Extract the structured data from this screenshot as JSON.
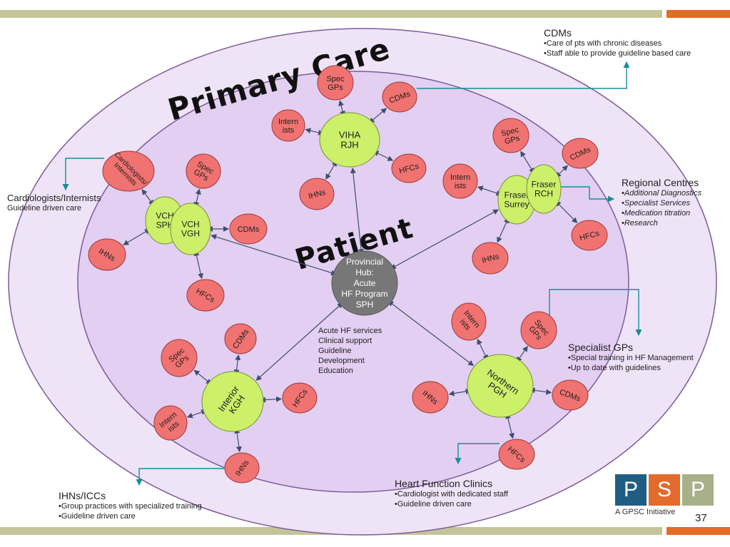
{
  "slide": {
    "page_number": "37",
    "outer_label": "Primary Care",
    "inner_label": "Patient",
    "hub": {
      "lines": [
        "Provincial",
        "Hub:",
        "Acute",
        "HF Program",
        "SPH"
      ]
    },
    "hub_services": [
      "Acute HF services",
      "Clinical support",
      "Guideline",
      "Development",
      "Education"
    ]
  },
  "logo": {
    "p1": "P",
    "s": "S",
    "p2": "P",
    "caption": "A GPSC Initiative"
  },
  "annotations": {
    "cdms": {
      "title": "CDMs",
      "lines": [
        "•Care of pts with chronic diseases",
        "•Staff able to provide guideline based care"
      ]
    },
    "regional": {
      "title": "Regional Centres",
      "lines": [
        "•Additional Diagnostics",
        "•Specialist Services",
        "•Medication titration",
        "•Research"
      ]
    },
    "cardio": {
      "title": "Cardiologists/Internists",
      "lines": [
        "Guideline driven care"
      ]
    },
    "specialist": {
      "title": "Specialist GPs",
      "lines": [
        "•Special training in HF Management",
        "•Up to date with guidelines"
      ]
    },
    "hfc": {
      "title": "Heart Function Clinics",
      "lines": [
        "•Cardiologist with dedicated staff",
        "•Guideline driven care"
      ]
    },
    "ihns": {
      "title": "IHNs/ICCs",
      "lines": [
        "•Group practices with specialized training",
        "•Guideline driven care"
      ]
    }
  },
  "centres": {
    "viha": [
      "VIHA",
      "RJH"
    ],
    "vch_sph": [
      "VCH",
      "SPH"
    ],
    "vch_vgh": [
      "VCH",
      "VGH"
    ],
    "fraser_surrey": [
      "Fraser",
      "Surrey"
    ],
    "fraser_rch": [
      "Fraser",
      "RCH"
    ],
    "interior": [
      "Interior",
      "KGH"
    ],
    "northern": [
      "Northern",
      "PGH"
    ]
  },
  "satellites": {
    "viha": {
      "spec": [
        "Spec",
        "GPs"
      ],
      "cdms": [
        "CDMs"
      ],
      "intern": [
        "Intern",
        "ists"
      ],
      "hfcs": [
        "HFCs"
      ],
      "ihns": [
        "IHNs"
      ]
    },
    "vch": {
      "cardio": [
        "Cardiologists/",
        "Internists"
      ],
      "spec": [
        "Spec",
        "GPs"
      ],
      "cdms": [
        "CDMs"
      ],
      "ihns": [
        "IHNs"
      ],
      "hfcs": [
        "HFCs"
      ]
    },
    "fraser": {
      "spec": [
        "Spec",
        "GPs"
      ],
      "cdms": [
        "CDMs"
      ],
      "intern": [
        "Intern",
        "ists"
      ],
      "hfcs": [
        "HFCs"
      ],
      "ihns": [
        "IHNs"
      ]
    },
    "interior": {
      "spec": [
        "Spec",
        "GPs"
      ],
      "cdms": [
        "CDMs"
      ],
      "hfcs": [
        "HFCs"
      ],
      "intern": [
        "Intern",
        "ists"
      ],
      "ihns": [
        "IHNs"
      ]
    },
    "northern": {
      "intern": [
        "Intern",
        "ists"
      ],
      "spec": [
        "Spec",
        "GPs"
      ],
      "ihns": [
        "IHNs"
      ],
      "cdms": [
        "CDMs"
      ],
      "hfcs": [
        "HFCs"
      ]
    }
  },
  "colors": {
    "outer_fill": "#efe3f7",
    "inner_fill": "#e2cff2",
    "ellipse_stroke": "#7b5c98",
    "green_fill": "#ccf06a",
    "red_fill": "#f07371",
    "hub_fill": "#777777",
    "teal": "#178e96",
    "olive_bar": "#c4c49a",
    "orange_bar": "#e46b22",
    "psp_blue": "#1f5e82",
    "psp_orange": "#e36b2b",
    "psp_olive": "#a8b08a"
  }
}
